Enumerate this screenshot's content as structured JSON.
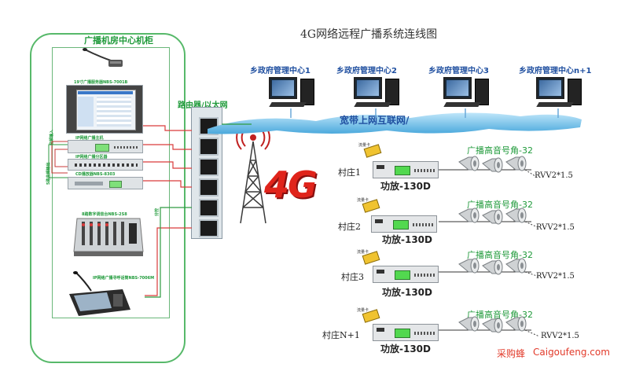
{
  "title": "4G网络远程广播系统连线图",
  "cabinet": {
    "title": "广播机房中心机柜",
    "devices": [
      {
        "label": "19寸广播服务器NBS-7001B"
      },
      {
        "label": "IP网络广播主机"
      },
      {
        "label": "IP网络广播分区器"
      },
      {
        "label": "CD播放器NBS-8303"
      },
      {
        "label": "8路数字调音台NBS-2S8"
      },
      {
        "label": "IP网络广播寻呼话筒NBS-7006M"
      }
    ],
    "side_labels": [
      "音频输入",
      "5路音频输出",
      "分控"
    ]
  },
  "router": {
    "label": "路由器/以太网"
  },
  "internet": {
    "label": "宽带上网互联网/"
  },
  "badge": {
    "label": "4G"
  },
  "centers": [
    {
      "label": "乡政府管理中心1"
    },
    {
      "label": "乡政府管理中心2"
    },
    {
      "label": "乡政府管理中心3"
    },
    {
      "label": "乡政府管理中心n+1"
    }
  ],
  "villages": [
    {
      "village": "村庄1",
      "amp": "功放-130D",
      "horns": "广播高音号角-32",
      "cable": "RVV2*1.5",
      "card": "流量卡"
    },
    {
      "village": "村庄2",
      "amp": "功放-130D",
      "horns": "广播高音号角-32",
      "cable": "RVV2*1.5",
      "card": "流量卡"
    },
    {
      "village": "村庄3",
      "amp": "功放-130D",
      "horns": "广播高音号角-32",
      "cable": "RVV2*1.5",
      "card": "流量卡"
    },
    {
      "village": "村庄N+1",
      "amp": "功放-130D",
      "horns": "广播高音号角-32",
      "cable": "RVV2*1.5",
      "card": "流量卡"
    }
  ],
  "watermark": {
    "cn": "采购蜂",
    "en": "Caigoufeng.com"
  },
  "colors": {
    "frame": "#57b96a",
    "title_green": "#1f9a3a",
    "link_red": "#d93b3b",
    "cloud_blue": "#5fb8e8",
    "badge_red": "#e0241b"
  }
}
